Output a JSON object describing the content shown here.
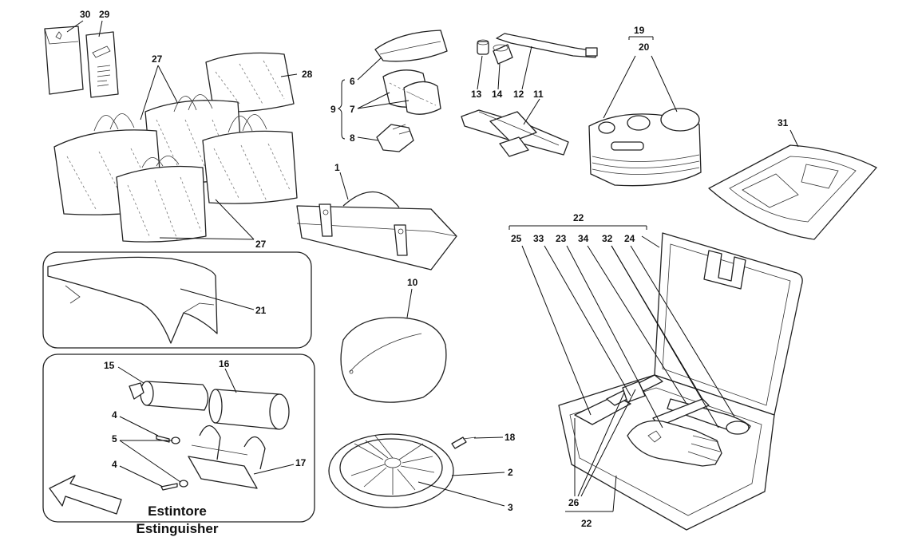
{
  "labels": {
    "l1": "1",
    "l2": "2",
    "l3": "3",
    "l4a": "4",
    "l4b": "4",
    "l5": "5",
    "l6": "6",
    "l7": "7",
    "l8": "8",
    "l9": "9",
    "l10": "10",
    "l11": "11",
    "l12": "12",
    "l13": "13",
    "l14": "14",
    "l15": "15",
    "l16": "16",
    "l17": "17",
    "l18": "18",
    "l19": "19",
    "l20": "20",
    "l21": "21",
    "l22top": "22",
    "l22bot": "22",
    "l23": "23",
    "l24": "24",
    "l25": "25",
    "l26": "26",
    "l27top": "27",
    "l27bot": "27",
    "l28": "28",
    "l29": "29",
    "l30": "30",
    "l31": "31",
    "l32": "32",
    "l33": "33",
    "l34": "34"
  },
  "caption": {
    "line1": "Estintore",
    "line2": "Estinguisher"
  }
}
